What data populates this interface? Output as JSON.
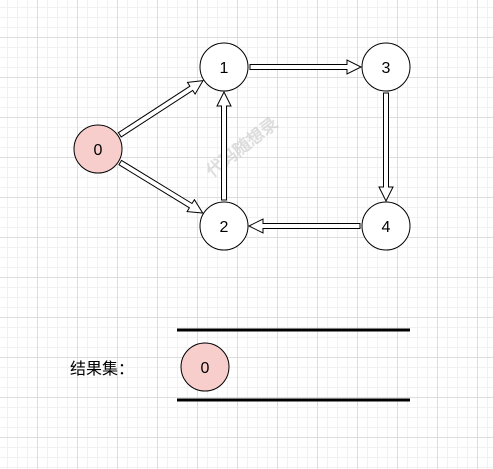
{
  "graph": {
    "nodes": [
      {
        "id": "0",
        "label": "0",
        "visited": true
      },
      {
        "id": "1",
        "label": "1",
        "visited": false
      },
      {
        "id": "2",
        "label": "2",
        "visited": false
      },
      {
        "id": "3",
        "label": "3",
        "visited": false
      },
      {
        "id": "4",
        "label": "4",
        "visited": false
      }
    ],
    "edges": [
      {
        "from": "0",
        "to": "1"
      },
      {
        "from": "0",
        "to": "2"
      },
      {
        "from": "1",
        "to": "3"
      },
      {
        "from": "2",
        "to": "1"
      },
      {
        "from": "3",
        "to": "4"
      },
      {
        "from": "4",
        "to": "2"
      }
    ]
  },
  "result": {
    "label": "结果集：",
    "items": [
      "0"
    ]
  },
  "watermark": "代码随想录",
  "colors": {
    "visited_fill": "#f8cecc",
    "visited_stroke": "#b85450",
    "node_fill": "#ffffff"
  }
}
